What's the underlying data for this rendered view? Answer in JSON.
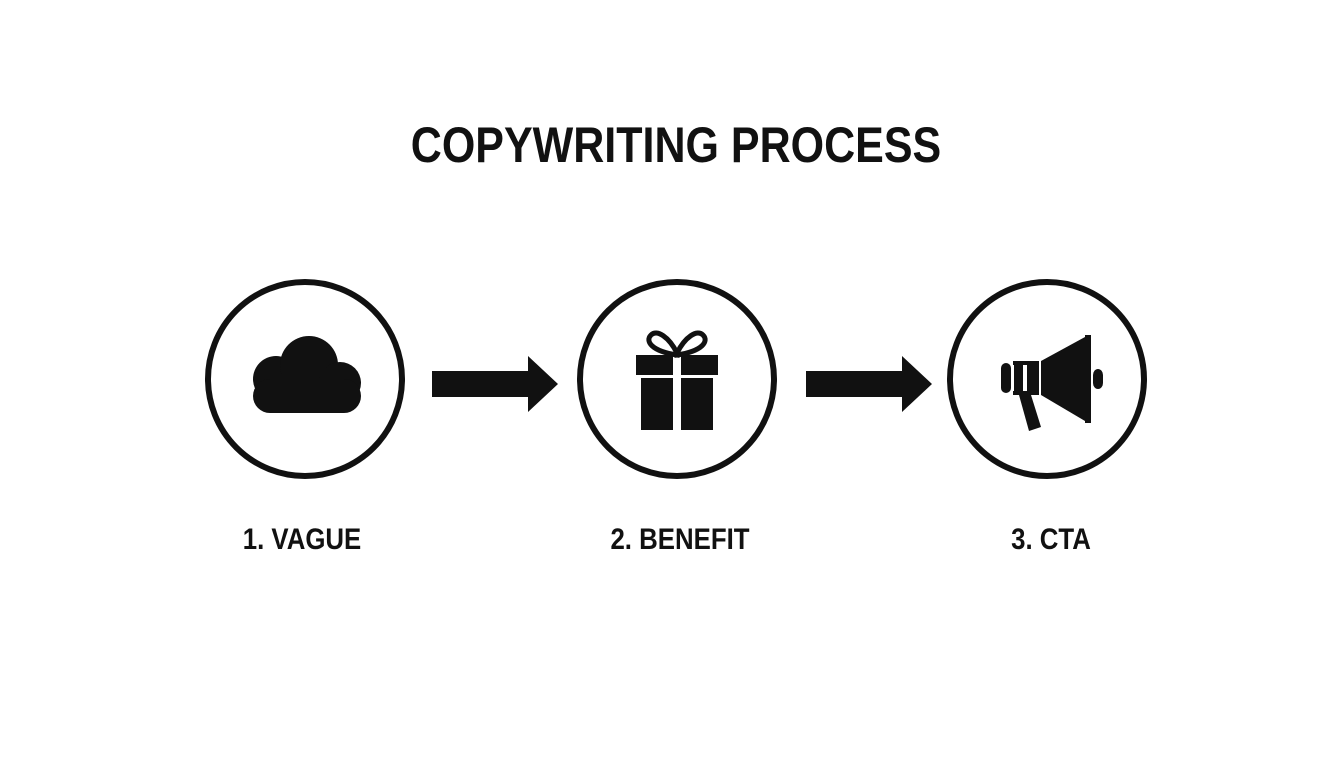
{
  "title": "COPYWRITING PROCESS",
  "steps": [
    {
      "label": "1. VAGUE",
      "icon": "cloud-icon"
    },
    {
      "label": "2. BENEFIT",
      "icon": "gift-icon"
    },
    {
      "label": "3. CTA",
      "icon": "megaphone-icon"
    }
  ],
  "colors": {
    "foreground": "#111111",
    "background": "#ffffff"
  }
}
